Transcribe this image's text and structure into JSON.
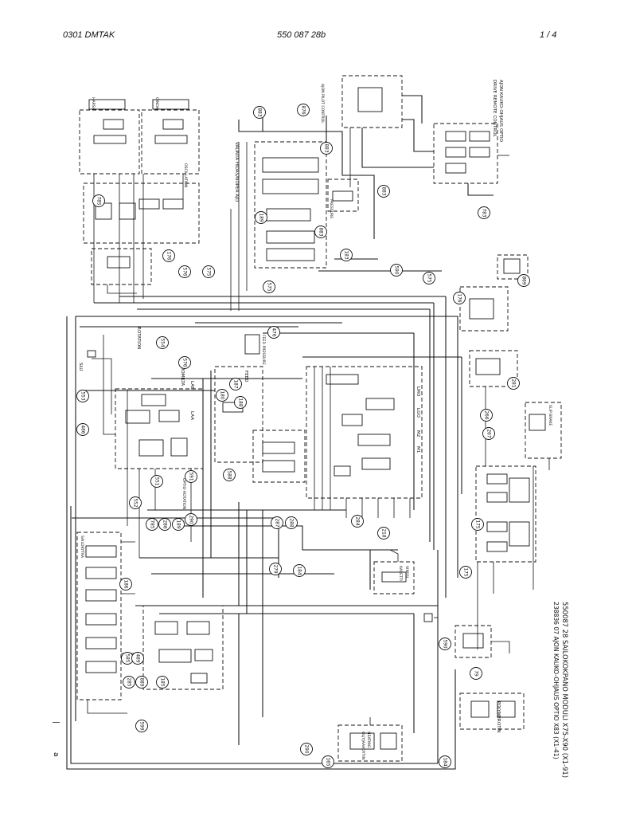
{
  "header": {
    "left": "0301 DMTAK",
    "center": "550 087 28b",
    "right": "1 /  4"
  },
  "diagram": {
    "title_block": [
      "550087 28 SAILOKOKPANO MODULI X75-X90 (X1-91)",
      "238836 07 AJON KAUKO-OHJAUS OPTIO X83 (X1-41)"
    ],
    "margin_letter": "a",
    "margin_mark": "|",
    "labels": [
      {
        "key": "harsh",
        "text": "HARSH"
      },
      {
        "key": "ginda",
        "text": "GINDA"
      },
      {
        "key": "oscillation",
        "text": "OSCILLATION"
      },
      {
        "key": "valinta",
        "text": "VALINTA HIDAS/NOPEA AJO"
      },
      {
        "key": "drive_pilot",
        "text": "AJON PILOT CONTROL"
      },
      {
        "key": "rotation",
        "text": "ROTATION"
      },
      {
        "key": "lx_puomilta",
        "text": "LX PUOMILTA"
      },
      {
        "key": "feed_pressure",
        "text": "FEED PRESSURE"
      },
      {
        "key": "feed",
        "text": "FEED"
      },
      {
        "key": "slu",
        "text": "SLU"
      },
      {
        "key": "lab",
        "text": "LAB"
      },
      {
        "key": "laa",
        "text": "LAA"
      },
      {
        "key": "lgo",
        "text": "LGO"
      },
      {
        "key": "lmo",
        "text": "LMO"
      },
      {
        "key": "m2",
        "text": "M2"
      },
      {
        "key": "m1",
        "text": "M1"
      },
      {
        "key": "pressure",
        "text": "PRESSURE"
      },
      {
        "key": "ajon_remote",
        "text": "AJON KAUKO-OHJAUS OPTIO"
      },
      {
        "key": "drive_remote",
        "text": "DRIVE REMOTE CONTROL"
      },
      {
        "key": "opt10",
        "text": "OPTIO-ROTATION"
      },
      {
        "key": "kasetti",
        "text": "KASETTI"
      },
      {
        "key": "vinssi",
        "text": "VINSSI"
      },
      {
        "key": "polymerotin",
        "text": "POLYMEROTIN"
      },
      {
        "key": "oljyjaahdytin",
        "text": "OLJYJAAHDYTIN"
      },
      {
        "key": "heating",
        "text": "HEATING"
      },
      {
        "key": "slip_brake",
        "text": "SLIP BRAKE"
      },
      {
        "key": "sailokytka",
        "text": "SAILOKYTKA"
      }
    ],
    "bubbles": [
      {
        "key": "b1",
        "text": "883"
      },
      {
        "key": "b2",
        "text": "876"
      },
      {
        "key": "b3",
        "text": "785"
      },
      {
        "key": "b4",
        "text": "883"
      },
      {
        "key": "b5",
        "text": "189"
      },
      {
        "key": "b6",
        "text": "883"
      },
      {
        "key": "b7",
        "text": "883"
      },
      {
        "key": "b8",
        "text": "183"
      },
      {
        "key": "b9",
        "text": "783"
      },
      {
        "key": "b10",
        "text": "176"
      },
      {
        "key": "b11",
        "text": "576"
      },
      {
        "key": "b12",
        "text": "575"
      },
      {
        "key": "b13",
        "text": "590"
      },
      {
        "key": "b14",
        "text": "575"
      },
      {
        "key": "b15",
        "text": "869"
      },
      {
        "key": "b16",
        "text": "176"
      },
      {
        "key": "b17",
        "text": "575"
      },
      {
        "key": "b18",
        "text": "476"
      },
      {
        "key": "b19",
        "text": "554"
      },
      {
        "key": "b20",
        "text": "576"
      },
      {
        "key": "b21",
        "text": "553"
      },
      {
        "key": "b22",
        "text": "486"
      },
      {
        "key": "b23",
        "text": "180"
      },
      {
        "key": "b24",
        "text": "187"
      },
      {
        "key": "b25",
        "text": "188"
      },
      {
        "key": "b26",
        "text": "267"
      },
      {
        "key": "b27",
        "text": "266"
      },
      {
        "key": "b28",
        "text": "281"
      },
      {
        "key": "b29",
        "text": "591"
      },
      {
        "key": "b30",
        "text": "588"
      },
      {
        "key": "b31",
        "text": "551"
      },
      {
        "key": "b32",
        "text": "552"
      },
      {
        "key": "b33",
        "text": "785"
      },
      {
        "key": "b34",
        "text": "286"
      },
      {
        "key": "b35",
        "text": "189"
      },
      {
        "key": "b36",
        "text": "290"
      },
      {
        "key": "b37",
        "text": "287"
      },
      {
        "key": "b38",
        "text": "288"
      },
      {
        "key": "b39",
        "text": "284"
      },
      {
        "key": "b40",
        "text": "218"
      },
      {
        "key": "b41",
        "text": "279"
      },
      {
        "key": "b42",
        "text": "184"
      },
      {
        "key": "b43",
        "text": "175"
      },
      {
        "key": "b44",
        "text": "175"
      },
      {
        "key": "b45",
        "text": "186"
      },
      {
        "key": "b46",
        "text": "585"
      },
      {
        "key": "b47",
        "text": "489"
      },
      {
        "key": "b48",
        "text": "285"
      },
      {
        "key": "b49",
        "text": "889"
      },
      {
        "key": "b50",
        "text": "185"
      },
      {
        "key": "b51",
        "text": "599"
      },
      {
        "key": "b52",
        "text": "590"
      },
      {
        "key": "b53",
        "text": "79"
      },
      {
        "key": "b54",
        "text": "290"
      },
      {
        "key": "b55",
        "text": "165"
      },
      {
        "key": "b56",
        "text": "184"
      }
    ]
  }
}
